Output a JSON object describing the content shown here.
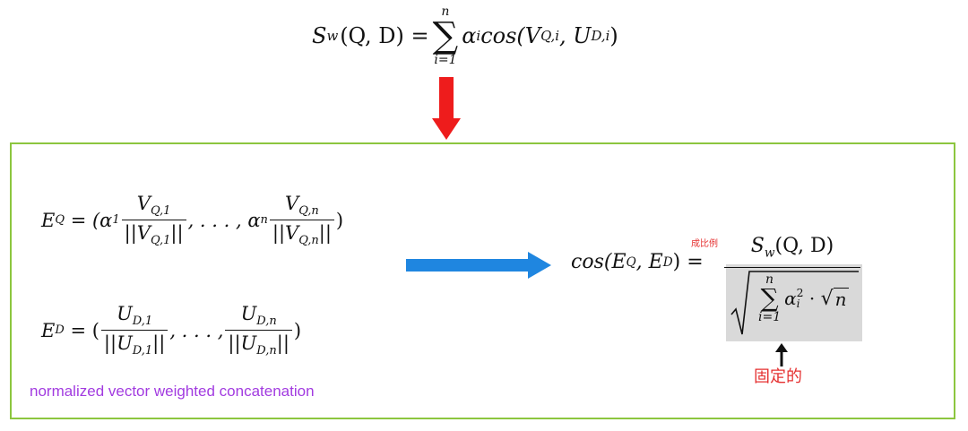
{
  "top_formula": {
    "lhs": "S",
    "lhs_sub": "w",
    "lhs_args": "(Q, D) =",
    "sum_upper": "n",
    "sum_lower": "i=1",
    "term": "α",
    "term_sub": "i",
    "cos": "cos(V",
    "v_sub": "Q,i",
    "u": ", U",
    "u_sub": "D,i",
    "close": ")"
  },
  "eq_formula": {
    "lhs": "E",
    "lhs_sub": "Q",
    "eq_open": " = (α",
    "a1_sub": "1",
    "num1": "V",
    "num1_sub": "Q,1",
    "den1": "||V",
    "den1_sub": "Q,1",
    "den1_end": "||",
    "mid": ", . . . , α",
    "an_sub": "n",
    "numn": "V",
    "numn_sub": "Q,n",
    "denn": "||V",
    "denn_sub": "Q,n",
    "denn_end": "||",
    "close": ")"
  },
  "ed_formula": {
    "lhs": "E",
    "lhs_sub": "D",
    "eq_open": " = (",
    "num1": "U",
    "num1_sub": "D,1",
    "den1": "||U",
    "den1_sub": "D,1",
    "den1_end": "||",
    "mid": ", . . . ,",
    "numn": "U",
    "numn_sub": "D,n",
    "denn": "||U",
    "denn_sub": "D,n",
    "denn_end": "||",
    "close": ")"
  },
  "caption": "normalized vector weighted concatenation",
  "cos_formula": {
    "lhs": "cos(E",
    "e1_sub": "Q",
    "sep": ", E",
    "e2_sub": "D",
    "close": ") =",
    "num": "S",
    "num_sub": "w",
    "num_args": "(Q, D)",
    "den_sum_upper": "n",
    "den_sum_lower": "i=1",
    "den_alpha": "α",
    "den_alpha_sup": "2",
    "den_alpha_sub": "i",
    "den_dot": " · ",
    "den_sqrt_n": "n"
  },
  "ratio_note": "成比例",
  "fixed_note": "固定的",
  "colors": {
    "red_arrow": "#ee1c1c",
    "blue_arrow": "#1f86e0",
    "green_border": "#8cc63f",
    "caption": "#a23be0",
    "annotation": "#e53030",
    "highlight": "#d9d9d9"
  }
}
